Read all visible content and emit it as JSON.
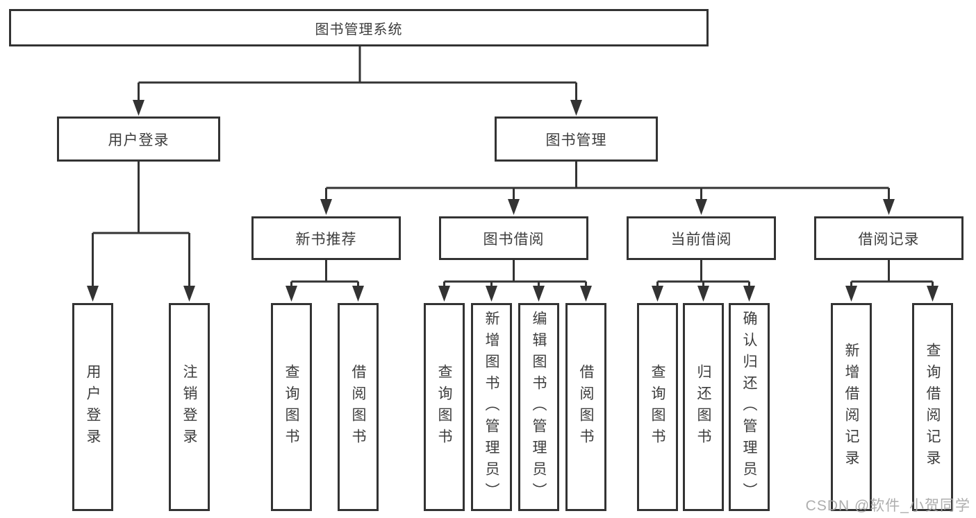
{
  "diagram": {
    "root": {
      "label": "图书管理系统"
    },
    "branches": [
      {
        "label": "用户登录",
        "leaves": [
          {
            "label": "用户登录"
          },
          {
            "label": "注销登录"
          }
        ]
      },
      {
        "label": "图书管理",
        "children": [
          {
            "label": "新书推荐",
            "leaves": [
              {
                "label": "查询图书"
              },
              {
                "label": "借阅图书"
              }
            ]
          },
          {
            "label": "图书借阅",
            "leaves": [
              {
                "label": "查询图书"
              },
              {
                "label": "新增图书（管理员）"
              },
              {
                "label": "编辑图书（管理员）"
              },
              {
                "label": "借阅图书"
              }
            ]
          },
          {
            "label": "当前借阅",
            "leaves": [
              {
                "label": "查询图书"
              },
              {
                "label": "归还图书"
              },
              {
                "label": "确认归还（管理员）"
              }
            ]
          },
          {
            "label": "借阅记录",
            "leaves": [
              {
                "label": "新增借阅记录"
              },
              {
                "label": "查询借阅记录"
              }
            ]
          }
        ]
      }
    ]
  },
  "watermark": {
    "text": "CSDN @软件_小贺同学"
  },
  "colors": {
    "line": "#333333",
    "text": "#3d3d3d",
    "watermark": "#a5a5a5",
    "background": "#ffffff"
  }
}
